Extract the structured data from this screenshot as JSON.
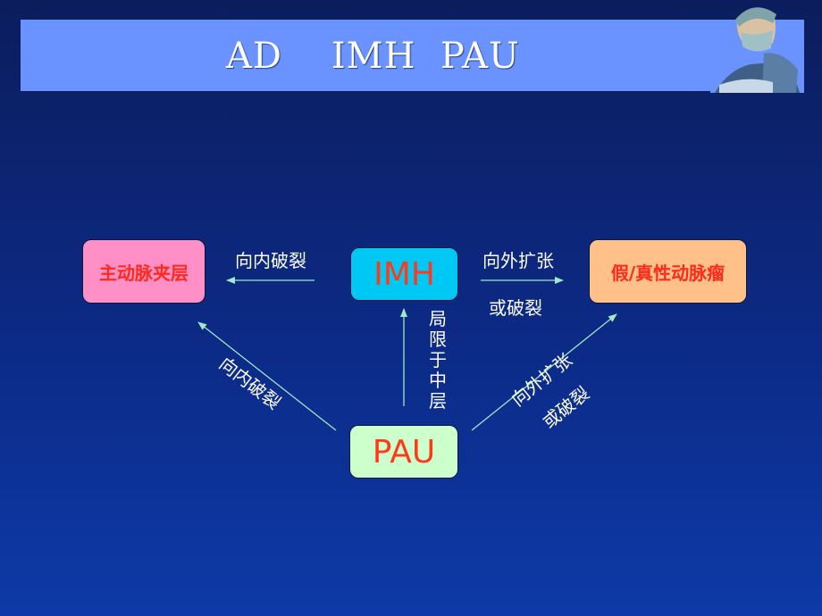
{
  "title": "AD    IMH  PAU",
  "nodes": {
    "ad": "主动脉夹层",
    "imh": "IMH",
    "pau": "PAU",
    "aneurysm": "假/真性动脉瘤"
  },
  "edges": {
    "imh_to_ad": "向内破裂",
    "imh_to_aneurysm_line1": "向外扩张",
    "imh_to_aneurysm_line2": "或破裂",
    "pau_to_imh": "局限于中层",
    "pau_to_ad": "向内破裂",
    "pau_to_aneurysm_line1": "向外扩张",
    "pau_to_aneurysm_line2": "或破裂"
  },
  "colors": {
    "background": "#0c2a86",
    "title_bar": "#6a93ff",
    "ad_box": "#ff8fc6",
    "imh_box": "#00c8f5",
    "pau_box": "#ccffcc",
    "aneurysm_box": "#ffc08a",
    "node_text": "#ff2a1a",
    "arrow": "#9fe8c8"
  }
}
